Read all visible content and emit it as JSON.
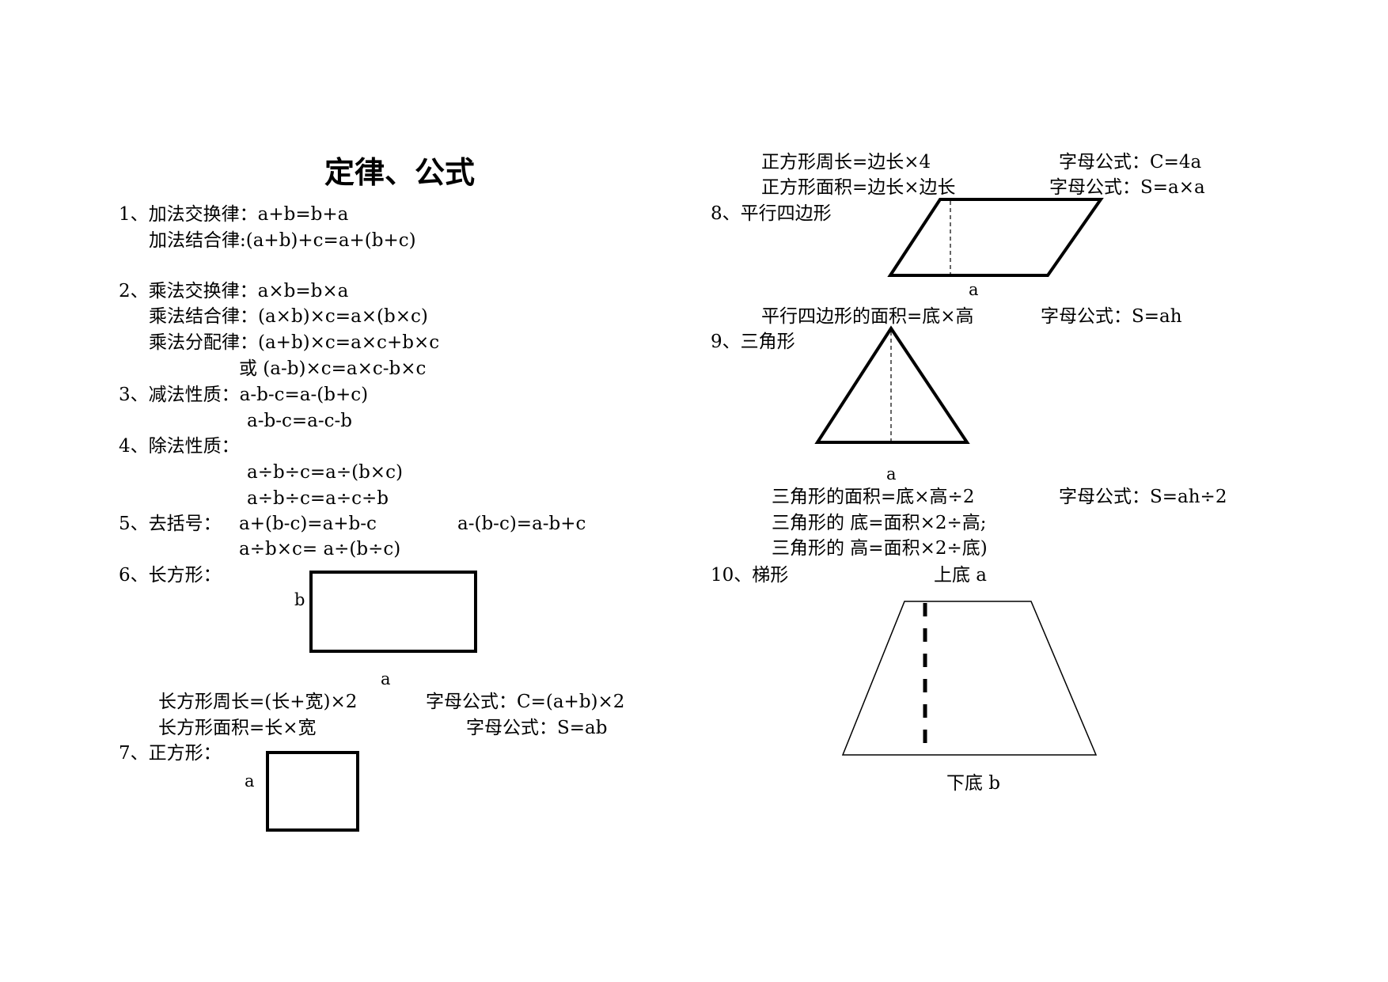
{
  "title": "定律、公式",
  "left": {
    "s1_title": "1、加法交换律：a+b=b+a",
    "s1_b": "加法结合律:(a+b)+c=a+(b+c)",
    "s2_title": "2、乘法交换律：a×b=b×a",
    "s2_b": "乘法结合律：(a×b)×c=a×(b×c)",
    "s2_c": "乘法分配律：(a+b)×c=a×c+b×c",
    "s2_d": "或 (a-b)×c=a×c-b×c",
    "s3_title": "3、减法性质：a-b-c=a-(b+c)",
    "s3_b": "a-b-c=a-c-b",
    "s4_title": "4、除法性质：",
    "s4_b": "a÷b÷c=a÷(b×c)",
    "s4_c": "a÷b÷c=a÷c÷b",
    "s5_title": "5、去括号：",
    "s5_b": "a+(b-c)=a+b-c",
    "s5_c": "a-(b-c)=a-b+c",
    "s5_d": "a÷b×c= a÷(b÷c)",
    "s6_title": "6、长方形：",
    "s6_label_b": "b",
    "s6_label_a": "a",
    "s6_perimeter": "长方形周长=(长+宽)×2",
    "s6_perimeter_formula": "字母公式：C=(a+b)×2",
    "s6_area": "长方形面积=长×宽",
    "s6_area_formula": "字母公式：S=ab",
    "s7_title": "7、正方形：",
    "s7_label_a": "a"
  },
  "right": {
    "sq_perimeter": "正方形周长=边长×4",
    "sq_perimeter_formula": "字母公式：C=4a",
    "sq_area": "正方形面积=边长×边长",
    "sq_area_formula": "字母公式：S=a×a",
    "s8_title": "8、平行四边形",
    "s8_label_a": "a",
    "s8_area": "平行四边形的面积=底×高",
    "s8_area_formula": "字母公式：S=ah",
    "s9_title": "9、三角形",
    "s9_label_a": "a",
    "s9_area": "三角形的面积=底×高÷2",
    "s9_area_formula": "字母公式：S=ah÷2",
    "s9_base": "三角形的 底=面积×2÷高;",
    "s9_height": "三角形的 高=面积×2÷底)",
    "s10_title": "10、梯形",
    "s10_top": "上底 a",
    "s10_bottom": "下底 b"
  }
}
